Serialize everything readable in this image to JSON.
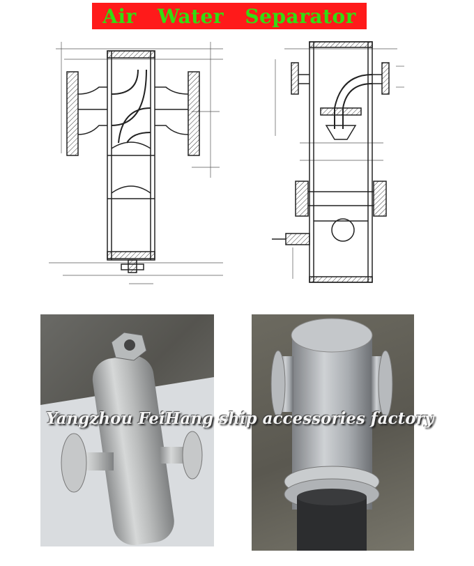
{
  "banner": {
    "words": [
      "Air",
      "Water",
      "Separator"
    ],
    "background": "#ff1a1a",
    "text_color": "#33dd11"
  },
  "drawings": [
    {
      "name": "horizontal-inlet-separator-drawing",
      "style": "technical line drawing"
    },
    {
      "name": "vertical-separator-with-float-drawing",
      "style": "technical line drawing"
    }
  ],
  "photos": [
    {
      "name": "separator-photo-left",
      "subject": "galvanized separator with top valve and side flanges"
    },
    {
      "name": "separator-photo-right",
      "subject": "galvanized separator with side flanges and bolted base flange"
    }
  ],
  "watermark": {
    "text": "Yangzhou FeiHang ship accessories factory"
  }
}
